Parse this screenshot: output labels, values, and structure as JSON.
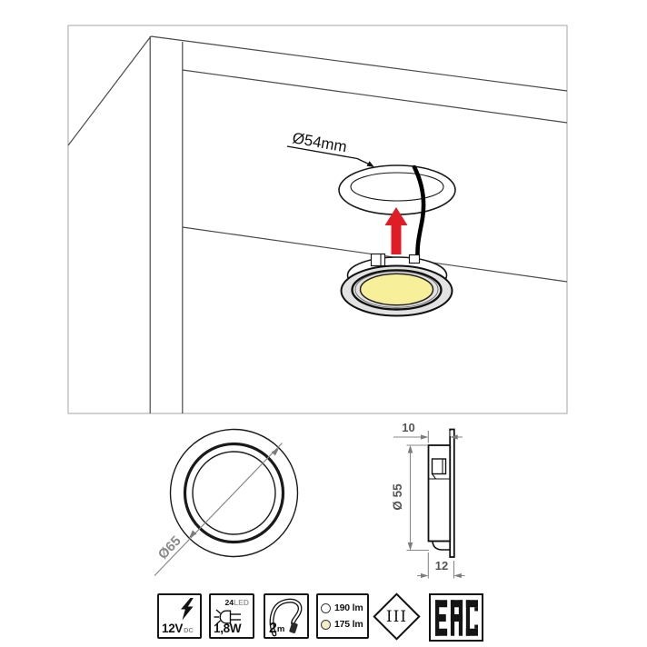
{
  "installation": {
    "cutout_label": "Ø54mm"
  },
  "front_view": {
    "diameter_label": "Ø65"
  },
  "side_view": {
    "top_depth": "10",
    "diameter": "Ø 55",
    "bottom_depth": "12"
  },
  "specs": {
    "voltage": {
      "value": "12V",
      "unit": "DC",
      "icon": "lightning-bolt-icon"
    },
    "power": {
      "led_count": "24",
      "led_label": "LED",
      "value": "1,8W",
      "icon": "led-diode-icon"
    },
    "cable": {
      "value": "2",
      "unit": "m",
      "icon": "cable-icon"
    },
    "luminous_flux": {
      "rows": [
        {
          "label": "190 lm",
          "swatch": "cool-white"
        },
        {
          "label": "175 lm",
          "swatch": "warm-white"
        }
      ]
    },
    "protection_class": {
      "value": "III",
      "icon": "class-iii-diamond-icon"
    },
    "certification": {
      "value": "EAC",
      "icon": "eac-mark-icon"
    }
  },
  "colors": {
    "arrow_red": "#e01d26",
    "lens_yellow": "#f8ef9b",
    "warm_swatch": "#f3edc8",
    "flange_gray": "#e2e2e2",
    "line_dark": "#1a1a1a",
    "dim_gray": "#888888"
  }
}
